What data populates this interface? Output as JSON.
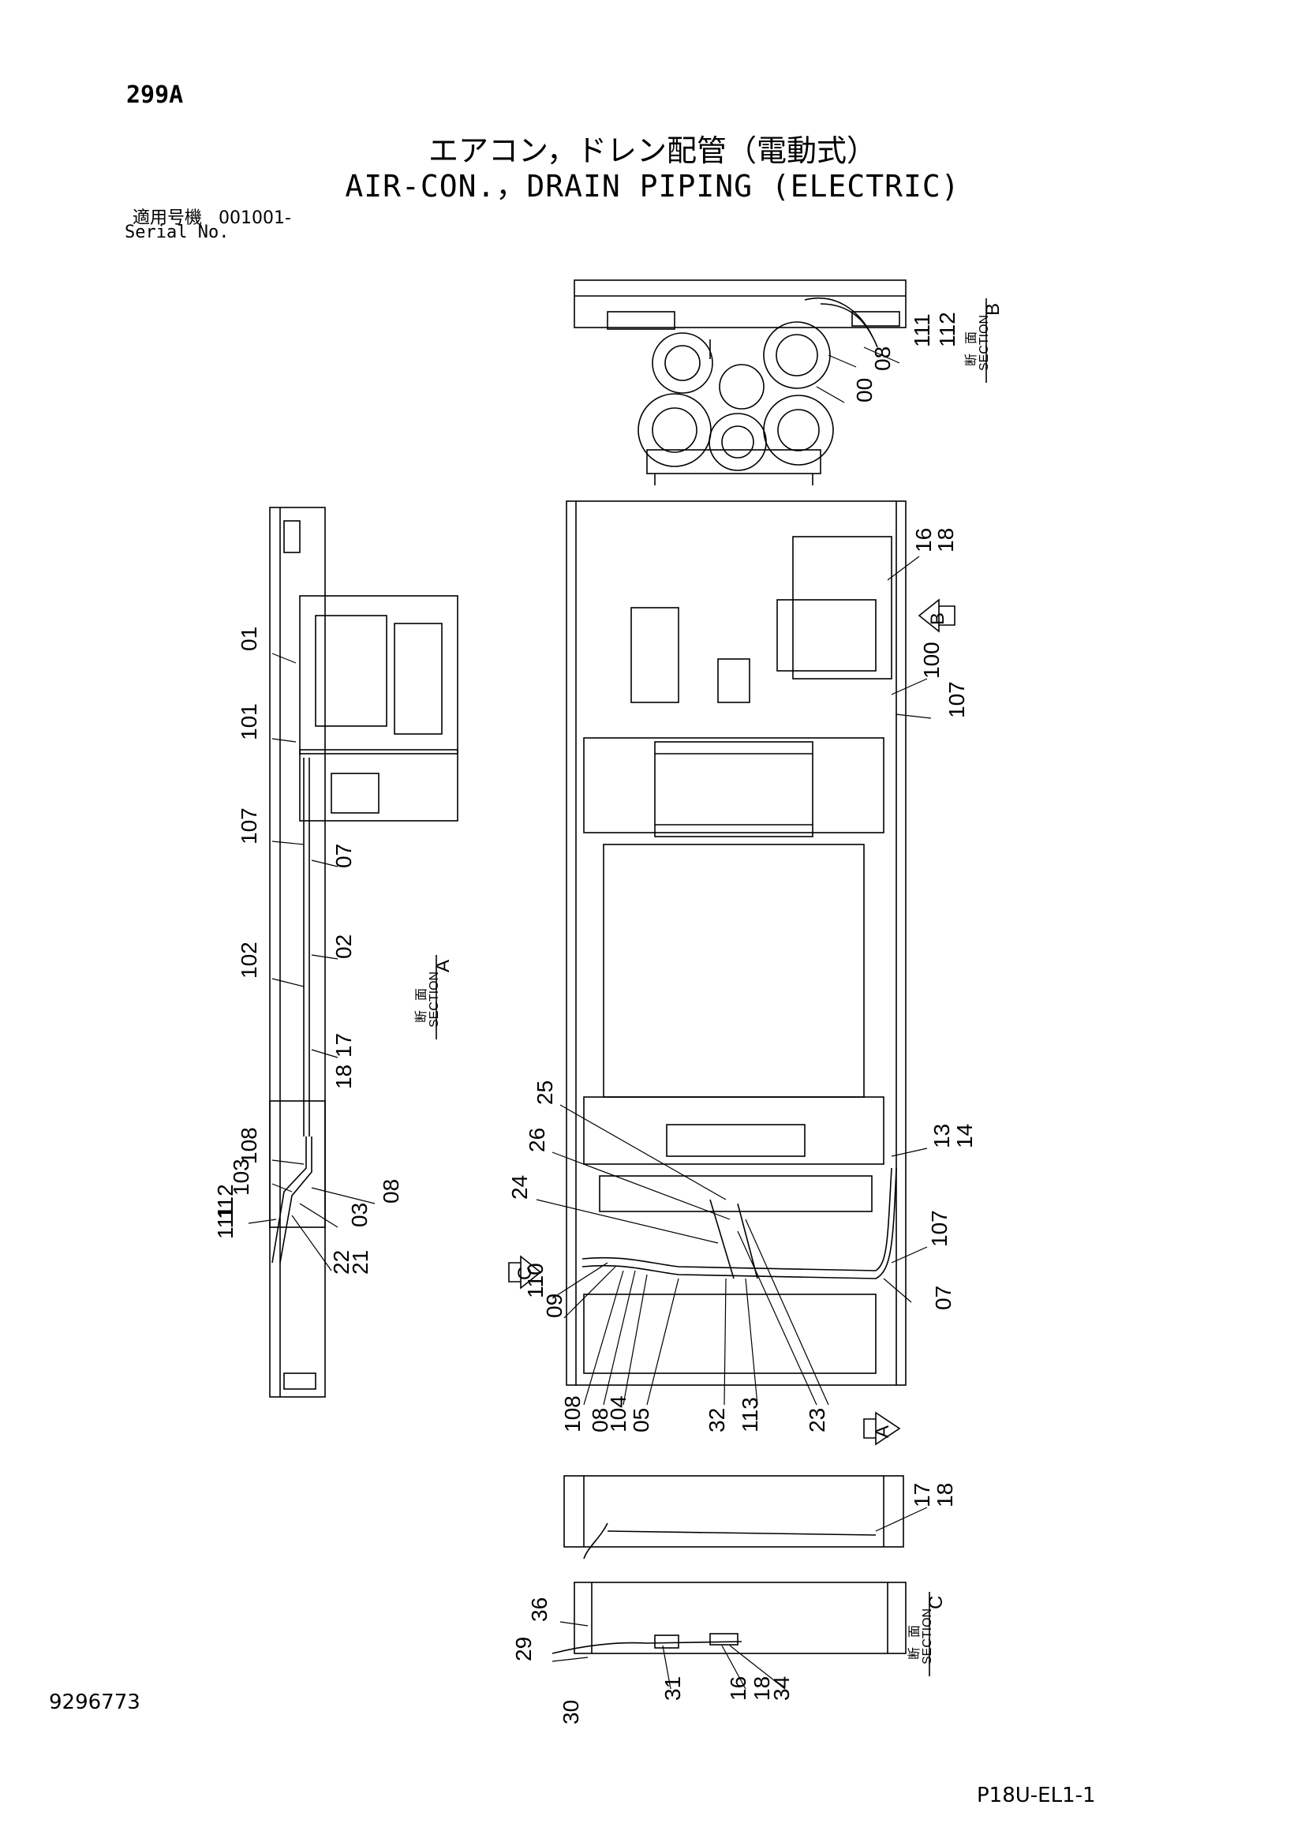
{
  "header": {
    "page_number": "299A",
    "title_jp": "エアコン，ドレン配管（電動式）",
    "title_en": "AIR-CON.，DRAIN PIPING (ELECTRIC)",
    "serial_label_jp": "適用号機",
    "serial_value": "001001-",
    "serial_label_en": "Serial No."
  },
  "footer": {
    "document_number": "9296773",
    "sheet_code": "P18U-EL1-1"
  },
  "sections": {
    "kanji_dan": "断",
    "kanji_men": "面",
    "word": "SECTION",
    "a": "A",
    "b": "B",
    "c": "C"
  },
  "callouts": {
    "left": [
      "01",
      "101",
      "107",
      "07",
      "102",
      "02",
      "17",
      "18",
      "108",
      "103",
      "112",
      "111",
      "08",
      "03",
      "22",
      "21"
    ],
    "top": [
      "08",
      "111",
      "112",
      "00"
    ],
    "main_right": [
      "16",
      "18",
      "100",
      "107",
      "13",
      "14",
      "107",
      "07"
    ],
    "main_left": [
      "25",
      "26",
      "24",
      "110",
      "09"
    ],
    "main_bottom": [
      "108",
      "08",
      "104",
      "05",
      "32",
      "113",
      "23"
    ],
    "section_c_a": [
      "17",
      "18"
    ],
    "section_c": [
      "36",
      "29",
      "30",
      "31",
      "16",
      "18",
      "34"
    ]
  },
  "arrows": {
    "b": "B",
    "c": "C",
    "a": "A"
  }
}
